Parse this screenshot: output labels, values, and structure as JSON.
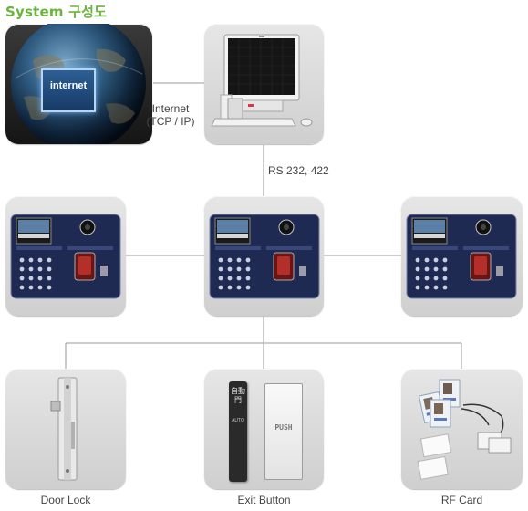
{
  "title": "System 구성도",
  "globe_text": "internet",
  "link_internet_line1": "Internet",
  "link_internet_line2": "(TCP / IP)",
  "link_serial": "RS 232, 422",
  "button_push_text": "PUSH",
  "button_auto_text": "AUTO",
  "button_top_text": "自動門",
  "captions": {
    "door_lock": "Door Lock",
    "exit_button": "Exit Button",
    "rf_card": "RF Card"
  },
  "colors": {
    "title": "#6cb33e",
    "device_body": "#1e2a52",
    "box": "#d8d8d8"
  }
}
